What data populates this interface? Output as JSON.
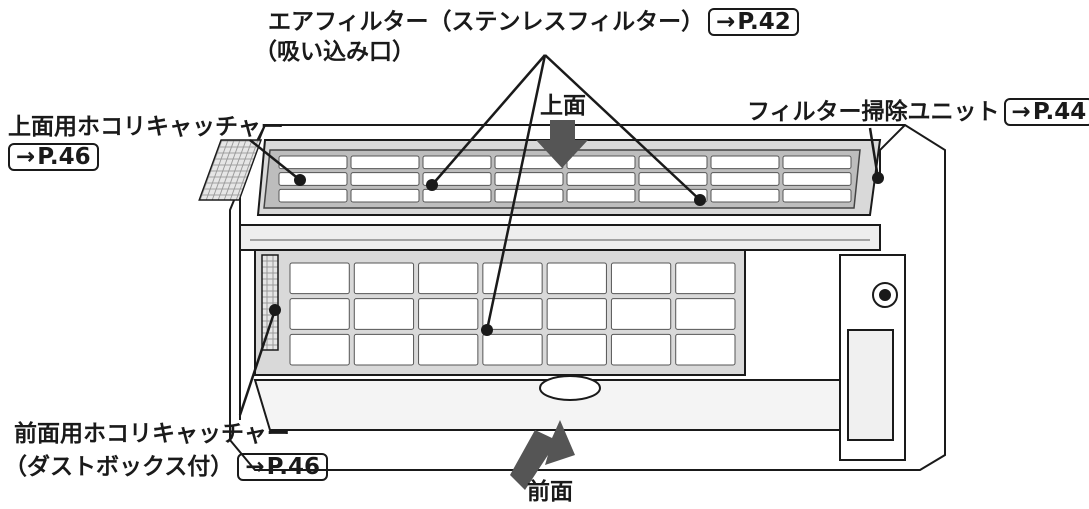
{
  "labels": {
    "air_filter": {
      "line1": "エアフィルター（ステンレスフィルター）",
      "line2": "（吸い込み口）",
      "ref": "P.42"
    },
    "top_catcher": {
      "line1": "上面用ホコリキャッチャー",
      "ref": "P.46"
    },
    "cleaning_unit": {
      "line1": "フィルター掃除ユニット",
      "ref": "P.44"
    },
    "front_catcher": {
      "line1": "前面用ホコリキャッチャー",
      "line2": "（ダストボックス付）",
      "ref": "P.46"
    },
    "top_face": "上面",
    "front_face": "前面"
  },
  "ref_arrow": "→",
  "colors": {
    "line": "#1a1a1a",
    "body_gray": "#d4d4d4",
    "filter_gray": "#e2e2e2",
    "arrow_gray": "#555555"
  }
}
